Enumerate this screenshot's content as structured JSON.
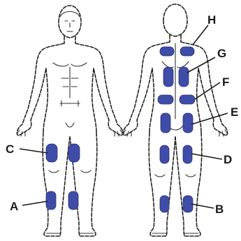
{
  "colors": {
    "marker": "#3f4ca8",
    "outline": "#222222",
    "background": "#ffffff"
  },
  "labels": {
    "A": "A",
    "B": "B",
    "C": "C",
    "D": "D",
    "E": "E",
    "F": "F",
    "G": "G",
    "H": "H"
  }
}
